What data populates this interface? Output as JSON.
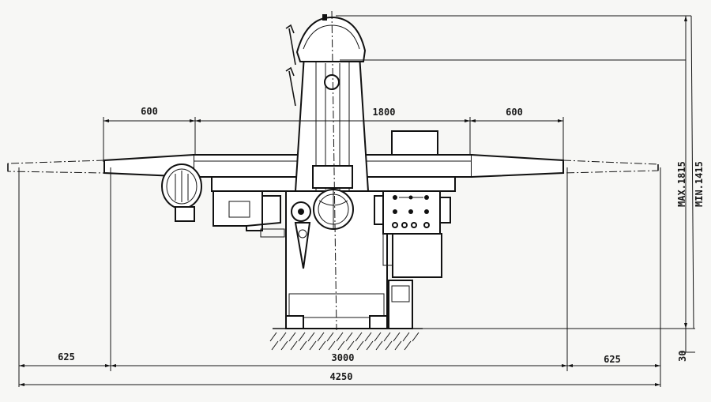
{
  "drawing": {
    "title": "",
    "dimensions": {
      "left_arm_extension": "600",
      "table_length": "1800",
      "right_arm_extension": "600",
      "left_overhang": "625",
      "base_length": "3000",
      "right_overhang": "625",
      "overall_length": "4250",
      "max_height": "MAX.1815",
      "min_height": "MIN.1415",
      "floor_offset": "30"
    }
  }
}
